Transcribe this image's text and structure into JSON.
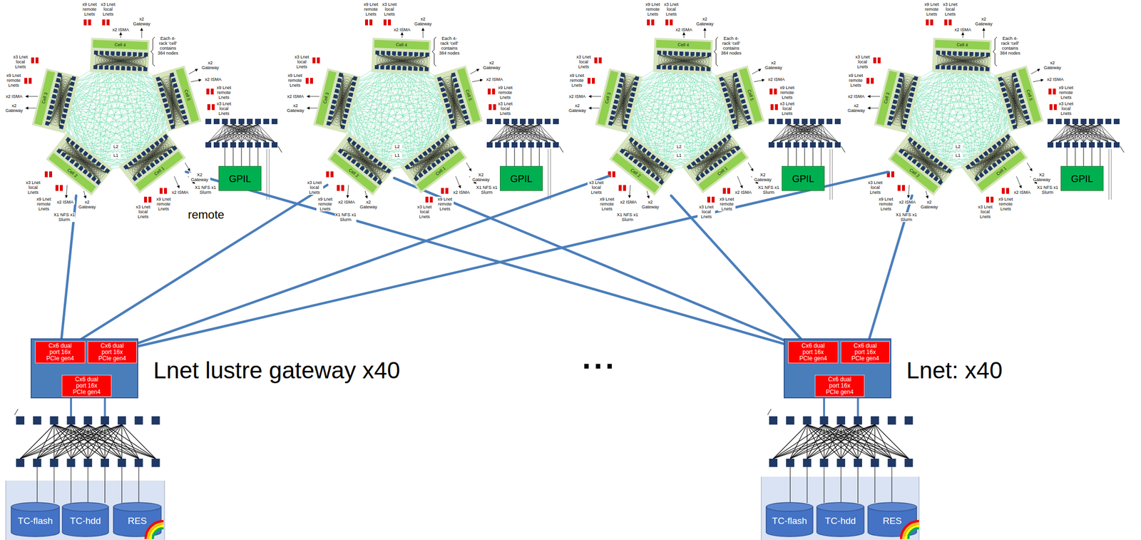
{
  "diagram": {
    "nodes": [
      {
        "text": [
          "Cell 4"
        ]
      },
      {
        "text": [
          "Cell 3"
        ]
      },
      {
        "text": [
          "Cell 5"
        ]
      },
      {
        "text": [
          "Cell 2"
        ]
      },
      {
        "text": [
          "Cell 1"
        ]
      },
      {
        "text": [
          "GPIL"
        ]
      },
      {
        "text": [
          "Cell 4"
        ]
      },
      {
        "text": [
          "Cell 3"
        ]
      },
      {
        "text": [
          "Cell 5"
        ]
      },
      {
        "text": [
          "Cell 2"
        ]
      },
      {
        "text": [
          "Cell 1"
        ]
      },
      {
        "text": [
          "GPIL"
        ]
      },
      {
        "text": [
          "Cell 4"
        ]
      },
      {
        "text": [
          "Cell 3"
        ]
      },
      {
        "text": [
          "Cell 5"
        ]
      },
      {
        "text": [
          "Cell 2"
        ]
      },
      {
        "text": [
          "Cell 1"
        ]
      },
      {
        "text": [
          "GPIL"
        ]
      },
      {
        "text": [
          "Cell 4"
        ]
      },
      {
        "text": [
          "Cell 3"
        ]
      },
      {
        "text": [
          "Cell 5"
        ]
      },
      {
        "text": [
          "Cell 2"
        ]
      },
      {
        "text": [
          "Cell 1"
        ]
      },
      {
        "text": [
          "GPIL"
        ]
      },
      {
        "text": [
          "Lnet lustre gateway x40"
        ]
      },
      {
        "text": [
          "Cx6 dual port 16x PCIe gen4"
        ],
        "in": 24
      },
      {
        "text": [
          "Cx6 dual port 16x PCIe gen4"
        ],
        "in": 24
      },
      {
        "text": [
          "Cx6 dual port 16x PCIe gen4"
        ],
        "in": 24
      },
      {
        "text": [
          "TC-flash"
        ]
      },
      {
        "text": [
          "TC-hdd"
        ]
      },
      {
        "text": [
          "RES"
        ]
      },
      {
        "text": [
          "Lnet: x40"
        ]
      },
      {
        "text": [
          "Cx6 dual port 16x PCIe gen4"
        ],
        "in": 31
      },
      {
        "text": [
          "Cx6 dual port 16x PCIe gen4"
        ],
        "in": 31
      },
      {
        "text": [
          "Cx6 dual port 16x PCIe gen4"
        ],
        "in": 31
      },
      {
        "text": [
          "TC-flash"
        ]
      },
      {
        "text": [
          "TC-hdd"
        ]
      },
      {
        "text": [
          "RES"
        ]
      }
    ],
    "edges": [
      {
        "from": 25,
        "to": 3,
        "arrow": "none"
      },
      {
        "from": 25,
        "to": 9,
        "arrow": "none"
      },
      {
        "from": 26,
        "to": 15,
        "arrow": "none"
      },
      {
        "from": 26,
        "to": 21,
        "arrow": "none"
      },
      {
        "from": 32,
        "to": 4,
        "arrow": "none"
      },
      {
        "from": 32,
        "to": 9,
        "arrow": "none"
      },
      {
        "from": 32,
        "to": 15,
        "arrow": "none"
      },
      {
        "from": 33,
        "to": 21,
        "arrow": "none"
      }
    ],
    "labels": [
      "x9 Lnet remote Lnets",
      "x3 Lnet local Lnets",
      "x2 ISMA",
      "x2 Gateway",
      "Each 4-rack 'cell' contains 384 nodes",
      "x3 Lnet local Lnets",
      "x9 Lnet remote Lnets",
      "x2 ISMA",
      "x2 Gateway",
      "x2 Gateway",
      "x2 ISMA",
      "x9 Lnet remote Lnets",
      "x3 Lnet local Lnets",
      "L2",
      "L1",
      "x3 Lnet local Lnets",
      "x9 Lnet remote Lnets",
      "x2 ISMA",
      "x2 Gateway",
      "X1 NFS x1 Slurm",
      "x2 ISMA",
      "X2 Gateway",
      "X1 NFS x1 Slurm",
      "x9 Lnet remote Lnets",
      "x3 Lnet local Lnets",
      "x9 Lnet remote Lnets",
      "x3 Lnet local Lnets",
      "x2 ISMA",
      "x2 Gateway",
      "Each 4-rack 'cell' contains 384 nodes",
      "x3 Lnet local Lnets",
      "x9 Lnet remote Lnets",
      "x2 ISMA",
      "x2 Gateway",
      "x2 Gateway",
      "x2 ISMA",
      "x9 Lnet remote Lnets",
      "x3 Lnet local Lnets",
      "L2",
      "L1",
      "x3 Lnet local Lnets",
      "x9 Lnet remote Lnets",
      "x2 ISMA",
      "x2 Gateway",
      "X1 NFS x1 Slurm",
      "x2 ISMA",
      "X2 Gateway",
      "X1 NFS x1 Slurm",
      "x9 Lnet remote Lnets",
      "x3 Lnet local Lnets",
      "x9 Lnet remote Lnets",
      "x3 Lnet local Lnets",
      "x2 ISMA",
      "x2 Gateway",
      "Each 4-rack 'cell' contains 384 nodes",
      "x3 Lnet local Lnets",
      "x9 Lnet remote Lnets",
      "x2 ISMA",
      "x2 Gateway",
      "x2 Gateway",
      "x2 ISMA",
      "x9 Lnet remote Lnets",
      "x3 Lnet local Lnets",
      "L2",
      "L1",
      "x3 Lnet local Lnets",
      "x9 Lnet remote Lnets",
      "x2 ISMA",
      "x2 Gateway",
      "X1 NFS x1 Slurm",
      "x2 ISMA",
      "X2 Gateway",
      "X1 NFS x1 Slurm",
      "x9 Lnet remote Lnets",
      "x3 Lnet local Lnets",
      "x9 Lnet remote Lnets",
      "x3 Lnet local Lnets",
      "x2 ISMA",
      "x2 Gateway",
      "Each 4-rack 'cell' contains 384 nodes",
      "x3 Lnet local Lnets",
      "x9 Lnet remote Lnets",
      "x2 ISMA",
      "x2 Gateway",
      "x2 Gateway",
      "x2 ISMA",
      "x9 Lnet remote Lnets",
      "x3 Lnet local Lnets",
      "L2",
      "L1",
      "x3 Lnet local Lnets",
      "x9 Lnet remote Lnets",
      "x2 ISMA",
      "x2 Gateway",
      "X1 NFS x1 Slurm",
      "x2 ISMA",
      "X2 Gateway",
      "X1 NFS x1 Slurm",
      "x9 Lnet remote Lnets",
      "x3 Lnet local Lnets",
      "remote",
      "..."
    ]
  }
}
